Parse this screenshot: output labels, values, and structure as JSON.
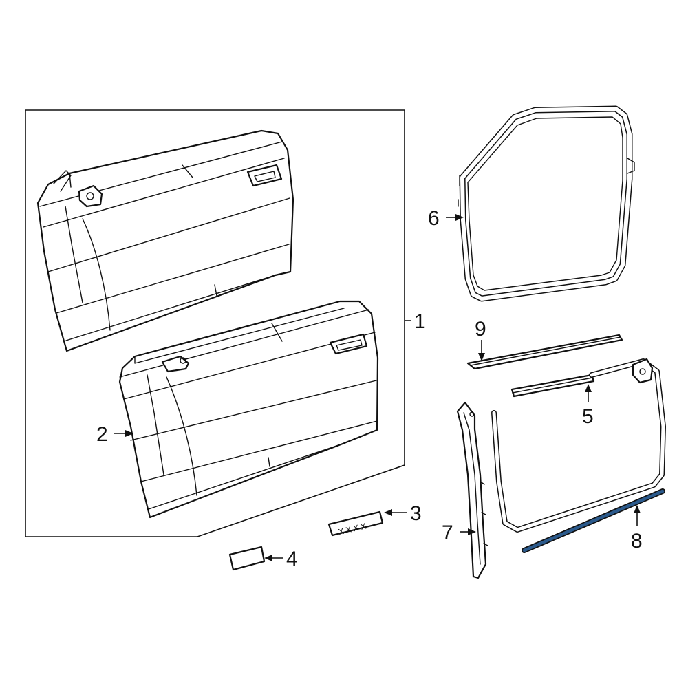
{
  "callouts": {
    "c1": "1",
    "c2": "2",
    "c3": "3",
    "c4": "4",
    "c5": "5",
    "c6": "6",
    "c7": "7",
    "c8": "8",
    "c9": "9"
  },
  "emblem_text": "XXXX",
  "colors": {
    "line": "#111111",
    "highlight": "#2b5a8c",
    "background": "#ffffff"
  }
}
